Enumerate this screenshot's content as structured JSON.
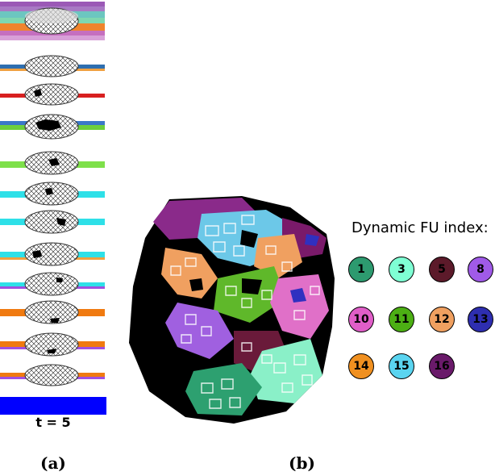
{
  "panel_a": {
    "label": "(a)",
    "time": "t = 5"
  },
  "panel_b": {
    "label": "(b)",
    "legend_title": "Dynamic FU index:",
    "legend": [
      {
        "index": "1",
        "color": "#2d9a6f"
      },
      {
        "index": "3",
        "color": "#7fffd4"
      },
      {
        "index": "5",
        "color": "#5c1a2a"
      },
      {
        "index": "8",
        "color": "#a05ae8"
      },
      {
        "index": "10",
        "color": "#e05ec8"
      },
      {
        "index": "11",
        "color": "#4caf14"
      },
      {
        "index": "12",
        "color": "#f0a060"
      },
      {
        "index": "13",
        "color": "#2e2eb0"
      },
      {
        "index": "14",
        "color": "#f09020"
      },
      {
        "index": "15",
        "color": "#5ad4f0"
      },
      {
        "index": "16",
        "color": "#6a1a6a"
      }
    ]
  }
}
